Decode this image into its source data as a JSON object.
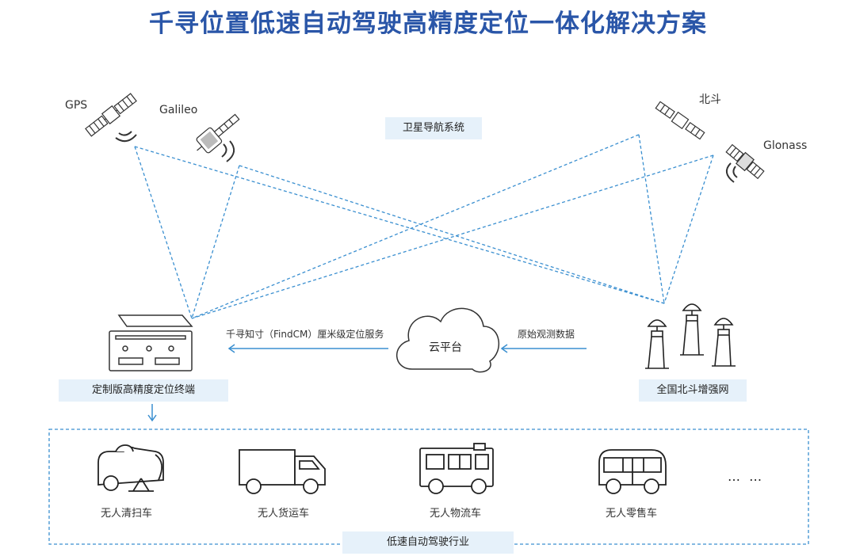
{
  "title": "千寻位置低速自动驾驶高精度定位一体化解决方案",
  "satellites": {
    "gps": "GPS",
    "galileo": "Galileo",
    "beidou": "北斗",
    "glonass": "Glonass",
    "system_label": "卫星导航系统"
  },
  "terminal": {
    "label": "定制版高精度定位终端",
    "service_label": "千寻知寸（FindCM）厘米级定位服务"
  },
  "cloud": {
    "label": "云平台",
    "raw_data_label": "原始观测数据"
  },
  "network": {
    "label": "全国北斗增强网"
  },
  "industry": {
    "label": "低速自动驾驶行业",
    "vehicles": [
      "无人清扫车",
      "无人货运车",
      "无人物流车",
      "无人零售车"
    ],
    "more": "… …"
  },
  "colors": {
    "title": "#2a56a8",
    "accent": "#3a8fd0",
    "label_bg": "#e6f1fa",
    "line": "#222222"
  },
  "icons": [
    "satellite-icon",
    "signal-icon",
    "terminal-device-icon",
    "cloud-icon",
    "antenna-icon",
    "sweeper-icon",
    "truck-icon",
    "logistics-van-icon",
    "bus-icon"
  ]
}
